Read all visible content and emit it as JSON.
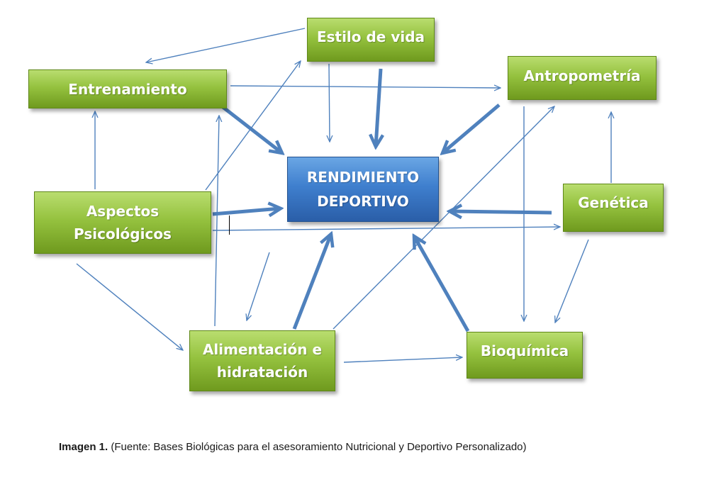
{
  "nodes": {
    "center": "RENDIMIENTO\nDEPORTIVO",
    "estilo": "Estilo de vida",
    "entrenamiento": "Entrenamiento",
    "antropometria": "Antropometría",
    "aspectos": "Aspectos\nPsicológicos",
    "genetica": "Genética",
    "alimentacion": "Alimentación e\nhidratación",
    "bioquimica": "Bioquímica"
  },
  "caption": {
    "label": "Imagen 1.",
    "text": " (Fuente: Bases Biológicas para el asesoramiento Nutricional y Deportivo Personalizado)"
  },
  "colors": {
    "arrow": "#4f81bd",
    "node_green": "#95c23f",
    "node_blue": "#3f7fce"
  }
}
